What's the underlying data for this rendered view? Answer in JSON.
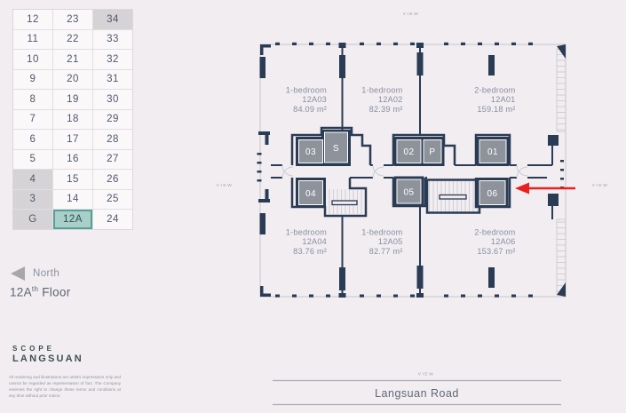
{
  "floor_selector": {
    "rows": [
      [
        {
          "label": "12",
          "state": "normal"
        },
        {
          "label": "23",
          "state": "normal"
        },
        {
          "label": "34",
          "state": "dimmed"
        }
      ],
      [
        {
          "label": "11",
          "state": "normal"
        },
        {
          "label": "22",
          "state": "normal"
        },
        {
          "label": "33",
          "state": "normal"
        }
      ],
      [
        {
          "label": "10",
          "state": "normal"
        },
        {
          "label": "21",
          "state": "normal"
        },
        {
          "label": "32",
          "state": "normal"
        }
      ],
      [
        {
          "label": "9",
          "state": "normal"
        },
        {
          "label": "20",
          "state": "normal"
        },
        {
          "label": "31",
          "state": "normal"
        }
      ],
      [
        {
          "label": "8",
          "state": "normal"
        },
        {
          "label": "19",
          "state": "normal"
        },
        {
          "label": "30",
          "state": "normal"
        }
      ],
      [
        {
          "label": "7",
          "state": "normal"
        },
        {
          "label": "18",
          "state": "normal"
        },
        {
          "label": "29",
          "state": "normal"
        }
      ],
      [
        {
          "label": "6",
          "state": "normal"
        },
        {
          "label": "17",
          "state": "normal"
        },
        {
          "label": "28",
          "state": "normal"
        }
      ],
      [
        {
          "label": "5",
          "state": "normal"
        },
        {
          "label": "16",
          "state": "normal"
        },
        {
          "label": "27",
          "state": "normal"
        }
      ],
      [
        {
          "label": "4",
          "state": "dimmed"
        },
        {
          "label": "15",
          "state": "normal"
        },
        {
          "label": "26",
          "state": "normal"
        }
      ],
      [
        {
          "label": "3",
          "state": "dimmed"
        },
        {
          "label": "14",
          "state": "normal"
        },
        {
          "label": "25",
          "state": "normal"
        }
      ],
      [
        {
          "label": "G",
          "state": "dimmed"
        },
        {
          "label": "12A",
          "state": "selected"
        },
        {
          "label": "24",
          "state": "normal"
        }
      ]
    ]
  },
  "north": {
    "label": "North"
  },
  "floor_label": {
    "prefix": "12A",
    "sup": "th",
    "suffix": " Floor"
  },
  "logo": {
    "line1": "SCOPE",
    "line2": "LANGSUAN"
  },
  "disclaimer": "All rendering and illustrations are artist's impressions only and cannot be regarded as representation of fact. The Company reserves the right to change these terms and conditions at any time without prior notice.",
  "plan": {
    "view_labels": {
      "top": "VIEW",
      "left": "VIEW",
      "right": "VIEW",
      "bottom": "VIEW"
    },
    "road": {
      "name": "Langsuan Road"
    },
    "units": [
      {
        "type": "1-bedroom",
        "number": "12A03",
        "area": "84.09 m²"
      },
      {
        "type": "1-bedroom",
        "number": "12A02",
        "area": "82.39 m²"
      },
      {
        "type": "2-bedroom",
        "number": "12A01",
        "area": "159.18 m²"
      },
      {
        "type": "1-bedroom",
        "number": "12A04",
        "area": "83.76 m²"
      },
      {
        "type": "1-bedroom",
        "number": "12A05",
        "area": "82.77 m²"
      },
      {
        "type": "2-bedroom",
        "number": "12A06",
        "area": "153.67 m²"
      }
    ],
    "cores": [
      {
        "label": "03"
      },
      {
        "label": "S"
      },
      {
        "label": "02"
      },
      {
        "label": "P"
      },
      {
        "label": "01"
      },
      {
        "label": "04"
      },
      {
        "label": "05"
      },
      {
        "label": "06"
      }
    ],
    "colors": {
      "wall": "#2a3b54",
      "core_gray": "#8d929b",
      "accent_red": "#e8211f",
      "selected_teal": "#a9cfc9",
      "dim_gray": "#d5d3d5"
    }
  }
}
